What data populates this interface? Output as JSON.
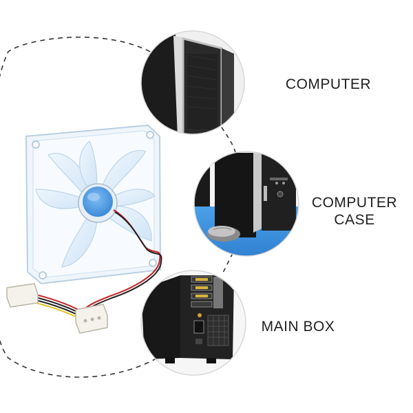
{
  "labels": {
    "computer": "COMPUTER",
    "computer_case_line1": "COMPUTER",
    "computer_case_line2": "CASE",
    "main_box": "MAIN BOX"
  },
  "colors": {
    "background": "#ffffff",
    "text": "#1e1e1e",
    "dash_line": "#333333",
    "circle_border": "#d8d8d8",
    "fan_hub_blue": "#5aa6e8",
    "wire_red": "#c8282c",
    "wire_black": "#222222",
    "wire_yellow": "#e6c21e"
  },
  "icons": [
    "fan-image",
    "computer-tower-image",
    "computer-case-image",
    "main-box-image"
  ]
}
